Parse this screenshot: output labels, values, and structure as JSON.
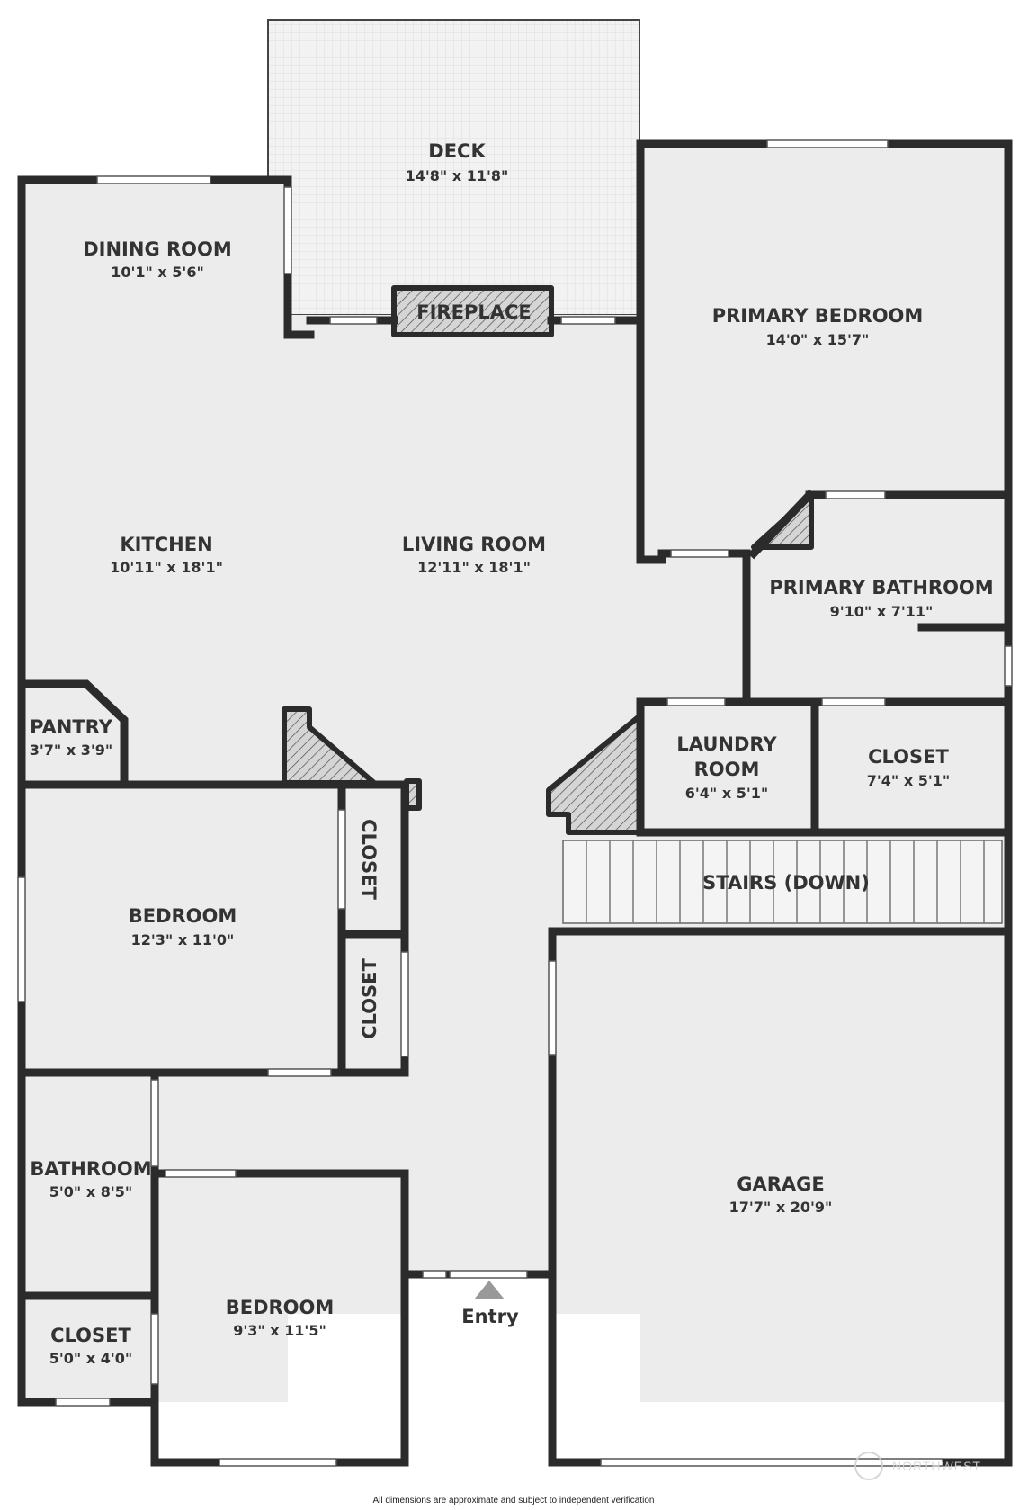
{
  "rooms": {
    "deck": {
      "name": "DECK",
      "dims": "14'8\" x 11'8\""
    },
    "dining": {
      "name": "DINING ROOM",
      "dims": "10'1\" x 5'6\""
    },
    "fireplace": {
      "name": "FIREPLACE"
    },
    "primary_bedroom": {
      "name": "PRIMARY BEDROOM",
      "dims": "14'0\" x 15'7\""
    },
    "kitchen": {
      "name": "KITCHEN",
      "dims": "10'11\" x 18'1\""
    },
    "living": {
      "name": "LIVING ROOM",
      "dims": "12'11\" x 18'1\""
    },
    "primary_bathroom": {
      "name": "PRIMARY BATHROOM",
      "dims": "9'10\" x 7'11\""
    },
    "pantry": {
      "name": "PANTRY",
      "dims": "3'7\" x 3'9\""
    },
    "laundry": {
      "name1": "LAUNDRY",
      "name2": "ROOM",
      "dims": "6'4\" x 5'1\""
    },
    "closet_master": {
      "name": "CLOSET",
      "dims": "7'4\" x 5'1\""
    },
    "stairs": {
      "name": "STAIRS (DOWN)"
    },
    "bedroom1": {
      "name": "BEDROOM",
      "dims": "12'3\" x 11'0\""
    },
    "closet_a": {
      "name": "CLOSET"
    },
    "closet_b": {
      "name": "CLOSET"
    },
    "garage": {
      "name": "GARAGE",
      "dims": "17'7\" x 20'9\""
    },
    "bathroom": {
      "name": "BATHROOM",
      "dims": "5'0\" x 8'5\""
    },
    "bedroom2": {
      "name": "BEDROOM",
      "dims": "9'3\" x 11'5\""
    },
    "closet_small": {
      "name": "CLOSET",
      "dims": "5'0\" x 4'0\""
    }
  },
  "entry": {
    "label": "Entry"
  },
  "footer": {
    "note": "All dimensions are approximate and subject to independent verification"
  },
  "watermark": {
    "text": "NORTHWEST"
  },
  "colors": {
    "wall": "#2b2b2b",
    "floor": "#ececec",
    "deck": "#f0f0f0",
    "text": "#333333"
  }
}
